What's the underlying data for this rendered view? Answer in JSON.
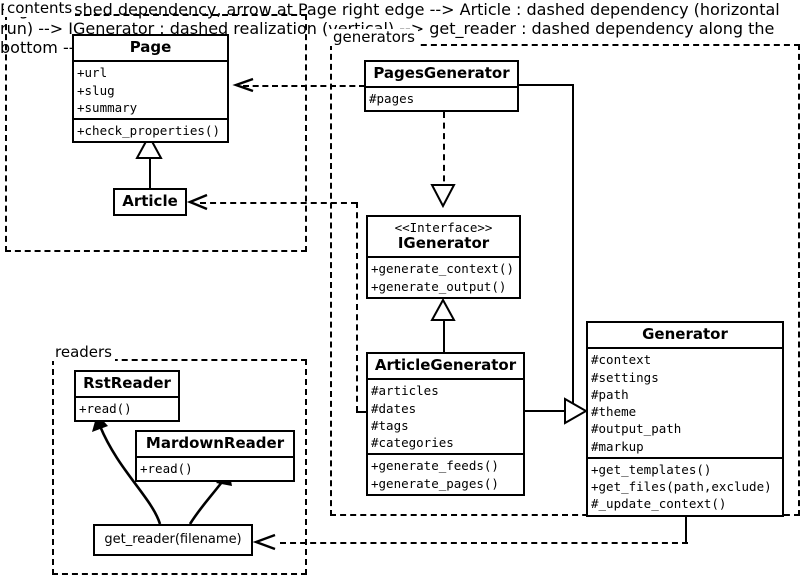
{
  "diagram": {
    "kind": "uml-class-diagram",
    "packages": [
      {
        "id": "contents",
        "label": "contents"
      },
      {
        "id": "generators",
        "label": "generators"
      },
      {
        "id": "readers",
        "label": "readers"
      }
    ],
    "classes": {
      "page": {
        "name": "Page",
        "attributes": [
          "+url",
          "+slug",
          "+summary"
        ],
        "methods": [
          "+check_properties()"
        ]
      },
      "article": {
        "name": "Article",
        "attributes": [],
        "methods": []
      },
      "pages_generator": {
        "name": "PagesGenerator",
        "attributes": [
          "#pages"
        ],
        "methods": []
      },
      "igenerator": {
        "stereotype": "<<Interface>>",
        "name": "IGenerator",
        "attributes": [],
        "methods": [
          "+generate_context()",
          "+generate_output()"
        ]
      },
      "article_generator": {
        "name": "ArticleGenerator",
        "attributes": [
          "#articles",
          "#dates",
          "#tags",
          "#categories"
        ],
        "methods": [
          "+generate_feeds()",
          "+generate_pages()"
        ]
      },
      "generator": {
        "name": "Generator",
        "attributes": [
          "#context",
          "#settings",
          "#path",
          "#theme",
          "#output_path",
          "#markup"
        ],
        "methods": [
          "+get_templates()",
          "+get_files(path,exclude)",
          "#_update_context()"
        ]
      },
      "rst_reader": {
        "name": "RstReader",
        "attributes": [],
        "methods": [
          "+read()"
        ]
      },
      "mardown_reader": {
        "name": "MardownReader",
        "attributes": [],
        "methods": [
          "+read()"
        ]
      },
      "get_reader": {
        "name": "get_reader(filename)",
        "attributes": [],
        "methods": []
      }
    },
    "relationships": [
      {
        "from": "article",
        "to": "page",
        "type": "generalization"
      },
      {
        "from": "pages_generator",
        "to": "page",
        "type": "dependency"
      },
      {
        "from": "article_generator",
        "to": "article",
        "type": "dependency"
      },
      {
        "from": "pages_generator",
        "to": "igenerator",
        "type": "realization"
      },
      {
        "from": "article_generator",
        "to": "igenerator",
        "type": "generalization"
      },
      {
        "from": "pages_generator",
        "to": "generator",
        "type": "generalization"
      },
      {
        "from": "article_generator",
        "to": "generator",
        "type": "generalization"
      },
      {
        "from": "generator",
        "to": "get_reader",
        "type": "dependency"
      },
      {
        "from": "get_reader",
        "to": "rst_reader",
        "type": "creates"
      },
      {
        "from": "get_reader",
        "to": "mardown_reader",
        "type": "creates"
      }
    ],
    "colors": {
      "line": "#000000",
      "background": "#ffffff"
    }
  }
}
